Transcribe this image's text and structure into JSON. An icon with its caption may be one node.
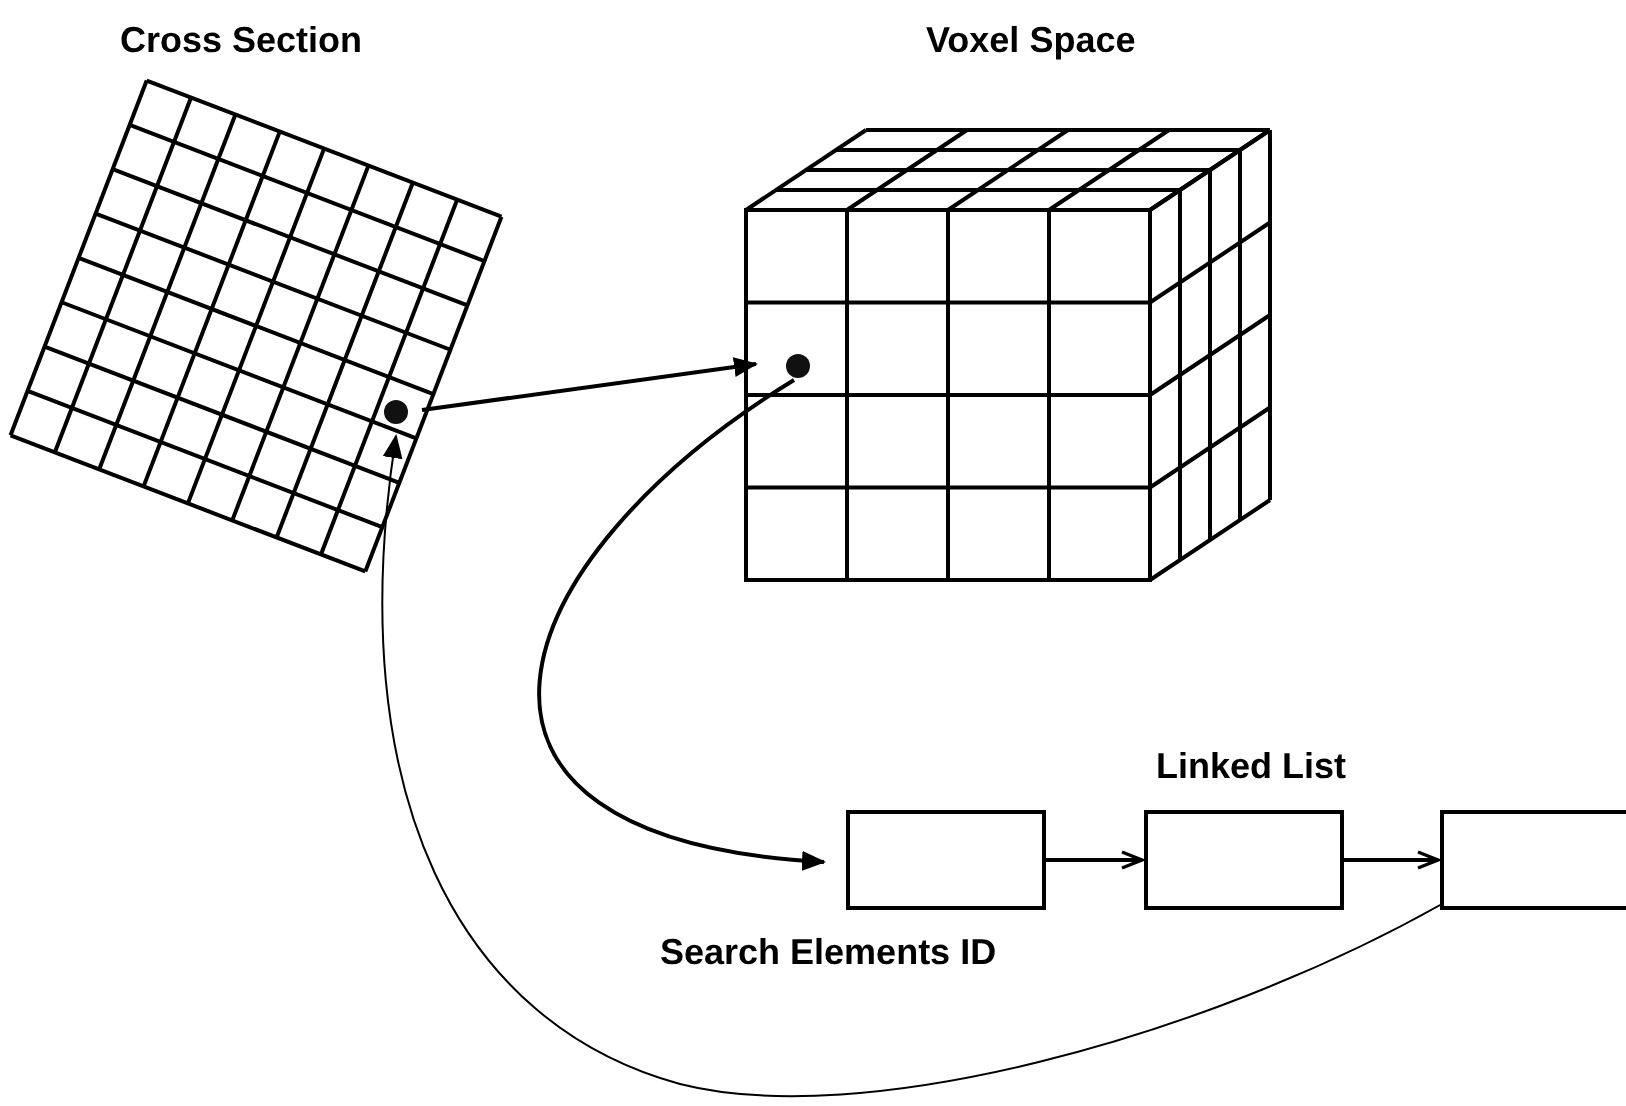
{
  "diagram": {
    "nodes": [
      {
        "text": [
          "Cross Section"
        ]
      },
      {
        "text": [],
        "shape": "circle",
        "in": 0
      },
      {
        "text": [
          "Voxel Space"
        ]
      },
      {
        "text": [],
        "shape": "circle",
        "in": 2
      },
      {
        "text": [],
        "shape": "box"
      },
      {
        "text": [],
        "shape": "box"
      },
      {
        "text": [],
        "shape": "box"
      }
    ],
    "edges": [
      {
        "from": 1,
        "to": 3,
        "arrow": "to"
      },
      {
        "from": 3,
        "to": 4,
        "arrow": "to"
      },
      {
        "from": 4,
        "to": 5,
        "arrow": "to"
      },
      {
        "from": 5,
        "to": 6,
        "arrow": "to"
      },
      {
        "from": 6,
        "to": 1,
        "arrow": "to"
      }
    ],
    "labels": [
      "Linked List",
      "Search Elements ID"
    ]
  }
}
